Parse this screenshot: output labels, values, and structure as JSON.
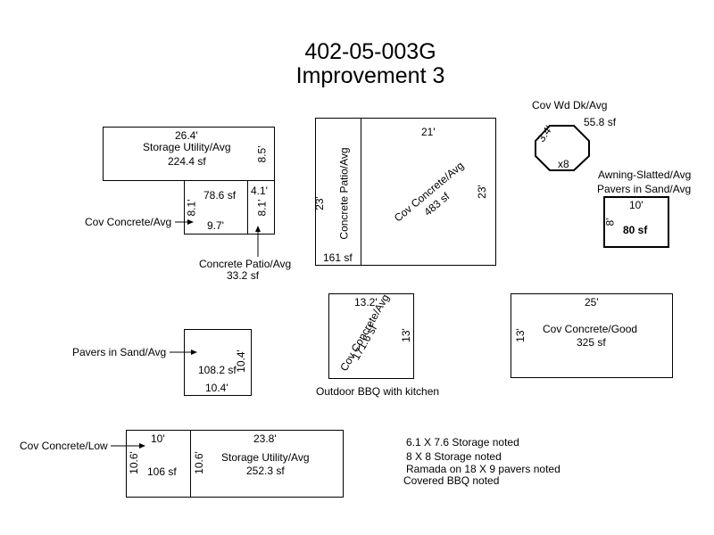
{
  "title": {
    "line1": "402-05-003G",
    "line2": "Improvement 3"
  },
  "storage_utility_top": {
    "width": "26.4'",
    "name": "Storage Utility/Avg",
    "area": "224.4 sf",
    "depth": "8.5'"
  },
  "small_cells": {
    "left_area": "78.6 sf",
    "left_dim_side": "8.1'",
    "left_dim_bottom": "9.7'",
    "right_top": "4.1'",
    "right_side": "8.1'"
  },
  "cov_concrete_avg_label": "Cov Concrete/Avg",
  "concrete_patio_small": {
    "name": "Concrete Patio/Avg",
    "area": "33.2 sf"
  },
  "patio_big": {
    "side": "23'",
    "name": "Concrete Patio/Avg",
    "area": "161 sf"
  },
  "cov_concrete_big": {
    "width": "21'",
    "name": "Cov Concrete/Avg",
    "area": "483 sf",
    "side": "23'"
  },
  "deck": {
    "name": "Cov Wd Dk/Avg",
    "area": "55.8 sf",
    "side": "3.4'",
    "count": "x8"
  },
  "awning": {
    "line1": "Awning-Slatted/Avg",
    "line2": "Pavers in Sand/Avg",
    "width": "10'",
    "side": "8'",
    "area": "80 sf"
  },
  "bbq": {
    "width": "13.2'",
    "name": "Cov Concrete/Avg",
    "area": "171.6 sf",
    "side": "13'",
    "caption": "Outdoor BBQ with kitchen"
  },
  "cov_good": {
    "width": "25'",
    "side": "13'",
    "name": "Cov Concrete/Good",
    "area": "325 sf"
  },
  "pavers": {
    "label": "Pavers in Sand/Avg",
    "area": "108.2 sf",
    "side": "10.4'",
    "bottom": "10.4'"
  },
  "bottom": {
    "low_label": "Cov Concrete/Low",
    "left_width": "10'",
    "left_side": "10.6'",
    "left_area": "106 sf",
    "right_width": "23.8'",
    "right_side": "10.6'",
    "right_name": "Storage Utility/Avg",
    "right_area": "252.3 sf"
  },
  "notes": [
    "6.1 X 7.6 Storage noted",
    "8 X 8 Storage noted",
    "Ramada on 18 X 9 pavers noted",
    "Covered BBQ noted"
  ]
}
